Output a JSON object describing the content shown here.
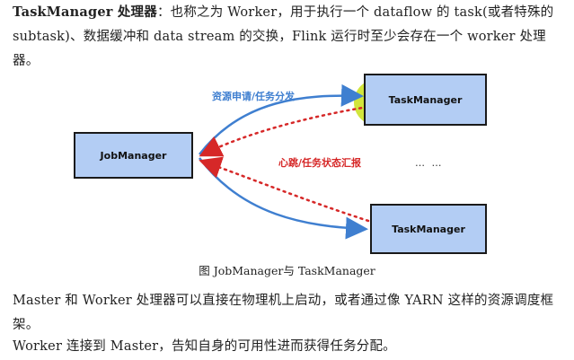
{
  "paragraphs": {
    "p1_bold": "TaskManager 处理器",
    "p1_rest": "：也称之为 Worker，用于执行一个 dataflow 的 task(或者特殊的 subtask)、数据缓冲和 data stream 的交换，Flink 运行时至少会存在一个 worker 处理器。",
    "p3": "Master 和 Worker 处理器可以直接在物理机上启动，或者通过像 YARN 这样的资源调度框架。",
    "p4": "Worker 连接到 Master，告知自身的可用性进而获得任务分配。"
  },
  "diagram": {
    "job_manager": "JobManager",
    "task_manager_top": "TaskManager",
    "task_manager_bottom": "TaskManager",
    "label_resource": "资源申请/任务分发",
    "label_heartbeat": "心跳/任务状态汇报",
    "ellipsis": "… …",
    "caption": "图 JobManager与 TaskManager"
  },
  "colors": {
    "box_fill": "#b3cdf4",
    "blue_arrow": "#3f7fd0",
    "red_arrow": "#d62828",
    "highlight": "#d8e81a"
  }
}
